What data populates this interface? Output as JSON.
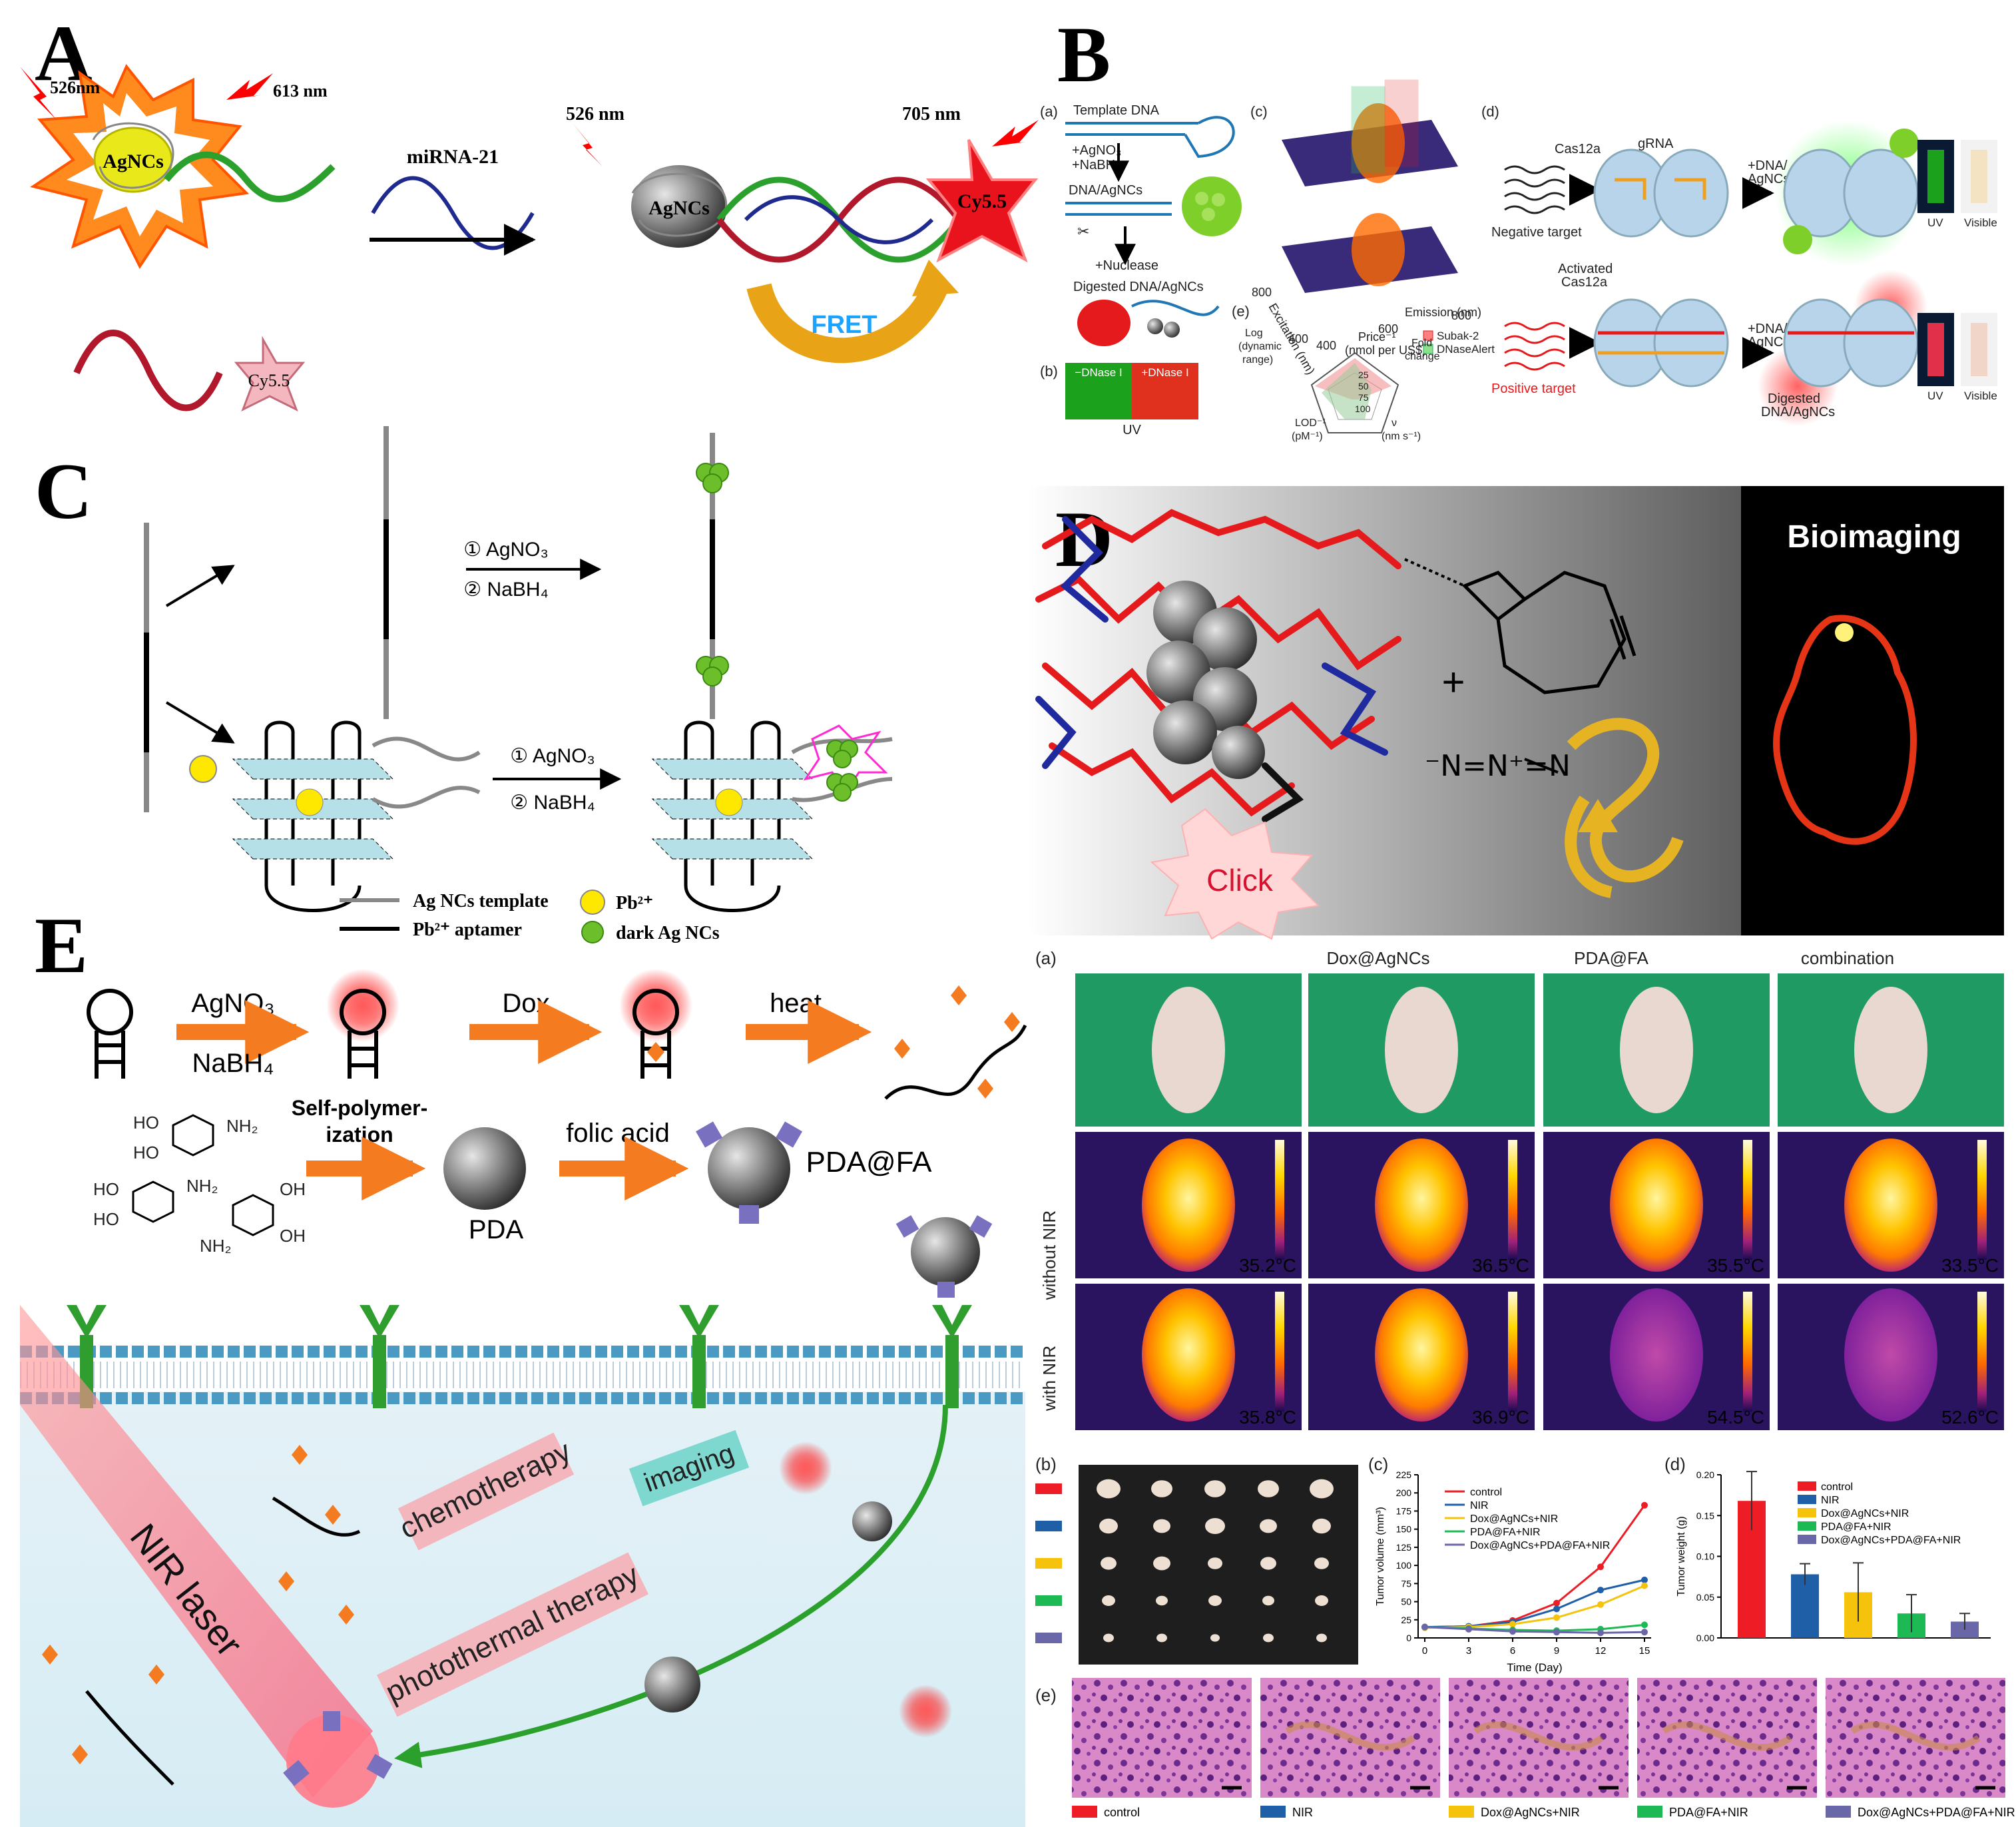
{
  "panels": {
    "A": "A",
    "B": "B",
    "C": "C",
    "D": "D",
    "E": "E"
  },
  "A": {
    "agncs": "AgNCs",
    "cy55": "Cy5.5",
    "mirna": "miRNA-21",
    "fret": "FRET",
    "wl526a": "526nm",
    "wl613": "613 nm",
    "wl526b": "526  nm",
    "wl705": "705 nm"
  },
  "B": {
    "a": "(a)",
    "b": "(b)",
    "c": "(c)",
    "d": "(d)",
    "e": "(e)",
    "template_dna": "Template DNA",
    "agno3": "+AgNO₃",
    "nabh4": "+NaBH₄",
    "dna_agncs": "DNA/AgNCs",
    "nuclease": "+Nuclease",
    "digested": "Digested DNA/AgNCs",
    "minus_dnase": "−DNase I",
    "plus_dnase": "+DNase I",
    "uv": "UV",
    "excitation": "Excitation (nm)",
    "emission": "Emission (nm)",
    "ex_800": "800",
    "ex_600": "600",
    "ex_400": "400",
    "em_400": "400",
    "em_600": "600",
    "em_800": "800",
    "subak": "Subak-2",
    "dnasealert": "DNaseAlert",
    "price": "Price⁻¹",
    "price_unit": "(nmol per US$)",
    "log_range": "Log",
    "log_range2": "(dynamic",
    "log_range3": "range)",
    "fold": "Fold",
    "fold2": "change",
    "lod": "LOD⁻¹",
    "lod2": "(pM⁻¹)",
    "nu": "ν",
    "nu2": "(nm s⁻¹)",
    "r25": "25",
    "r50": "50",
    "r75": "75",
    "r100": "100",
    "cas12a": "Cas12a",
    "grna": "gRNA",
    "neg_target": "Negative target",
    "pos_target": "Positive target",
    "activated": "Activated",
    "activated2": "Cas12a",
    "plus_dna": "+DNA/",
    "plus_dna2": "AgNCs",
    "digested2": "Digested",
    "digested3": "DNA/AgNCs",
    "uv2": "UV",
    "visible": "Visible",
    "uv3": "UV",
    "visible2": "Visible"
  },
  "C": {
    "agno3_1": "① AgNO₃",
    "nabh4_1": "② NaBH₄",
    "agno3_2": "① AgNO₃",
    "nabh4_2": "② NaBH₄",
    "legend_template": "Ag NCs template",
    "legend_aptamer": "Pb²⁺ aptamer",
    "legend_pb": "Pb²⁺",
    "legend_dark": "dark Ag NCs"
  },
  "D": {
    "bioimaging": "Bioimaging",
    "click": "Click",
    "plus": "+"
  },
  "E": {
    "agno3": "AgNO₃",
    "nabh4": "NaBH₄",
    "dox": "Dox",
    "heat": "heat",
    "selfpoly": "Self-polymer-",
    "selfpoly2": "ization",
    "folic": "folic acid",
    "pda": "PDA",
    "pdafa": "PDA@FA",
    "nir_laser": "NIR laser",
    "chemo": "chemotherapy",
    "photo": "photothermal therapy",
    "imaging": "imaging",
    "a_label": "(a)",
    "col1": "Dox@AgNCs",
    "col2": "PDA@FA",
    "col3": "combination",
    "row1": "without NIR",
    "row2": "with NIR",
    "t_wo": [
      "35.2°C",
      "36.5°C",
      "35.5°C",
      "33.5°C"
    ],
    "t_w": [
      "35.8°C",
      "36.9°C",
      "54.5°C",
      "52.6°C"
    ],
    "b_label": "(b)",
    "c_label": "(c)",
    "d_label": "(d)",
    "e_label": "(e)",
    "legend": [
      "control",
      "NIR",
      "Dox@AgNCs+NIR",
      "PDA@FA+NIR",
      "Dox@AgNCs+PDA@FA+NIR"
    ],
    "colors": [
      "#ee1c24",
      "#1f5fa8",
      "#f5c20c",
      "#1db954",
      "#6a67a8"
    ],
    "bottom_legend": [
      "control",
      "NIR",
      "Dox@AgNCs+NIR",
      "PDA@FA+NIR",
      "Dox@AgNCs+PDA@FA+NIR"
    ]
  },
  "chart_data": [
    {
      "type": "line",
      "xlabel": "Time (Day)",
      "ylabel": "Tumor volume (mm³)",
      "x": [
        0,
        3,
        6,
        9,
        12,
        15
      ],
      "xticks": [
        "0",
        "3",
        "6",
        "9",
        "12",
        "15"
      ],
      "yticks": [
        "0",
        "25",
        "50",
        "75",
        "100",
        "125",
        "150",
        "175",
        "200",
        "225"
      ],
      "ylim": [
        0,
        225
      ],
      "series": [
        {
          "name": "control",
          "values": [
            15,
            16,
            24,
            48,
            98,
            183
          ],
          "color": "#ee1c24"
        },
        {
          "name": "NIR",
          "values": [
            15,
            16,
            22,
            40,
            66,
            80
          ],
          "color": "#1f5fa8"
        },
        {
          "name": "Dox@AgNCs+NIR",
          "values": [
            14,
            15,
            19,
            28,
            46,
            72
          ],
          "color": "#f5c20c"
        },
        {
          "name": "PDA@FA+NIR",
          "values": [
            15,
            13,
            11,
            10,
            12,
            18
          ],
          "color": "#1db954"
        },
        {
          "name": "Dox@AgNCs+PDA@FA+NIR",
          "values": [
            15,
            12,
            9,
            8,
            7,
            8
          ],
          "color": "#6a67a8"
        }
      ]
    },
    {
      "type": "bar",
      "ylabel": "Tumor weight (g)",
      "categories": [
        "control",
        "NIR",
        "Dox@AgNCs+NIR",
        "PDA@FA+NIR",
        "Dox@AgNCs+PDA@FA+NIR"
      ],
      "values": [
        0.168,
        0.078,
        0.056,
        0.03,
        0.02
      ],
      "errors": [
        0.036,
        0.013,
        0.036,
        0.023,
        0.01
      ],
      "yticks": [
        "0.00",
        "0.05",
        "0.10",
        "0.15",
        "0.20"
      ],
      "ylim": [
        0,
        0.2
      ],
      "colors": [
        "#ee1c24",
        "#1f5fa8",
        "#f5c20c",
        "#1db954",
        "#6a67a8"
      ]
    }
  ]
}
